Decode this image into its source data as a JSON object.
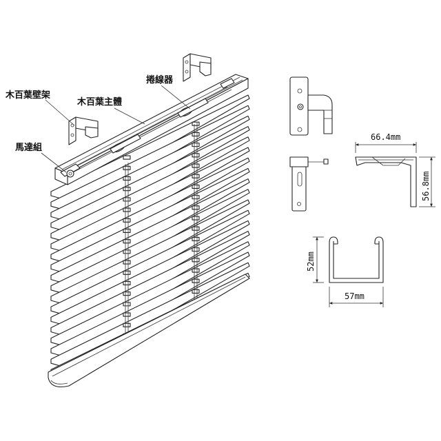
{
  "labels": {
    "wall_bracket": "木百葉壁架",
    "blind_body": "木百葉主體",
    "winder": "捲線器",
    "motor": "馬達組"
  },
  "dimensions": {
    "bracket_width": "66.4mm",
    "bracket_height": "56.8mm",
    "rail_height": "52mm",
    "rail_width": "57mm"
  },
  "slat_count": 18
}
